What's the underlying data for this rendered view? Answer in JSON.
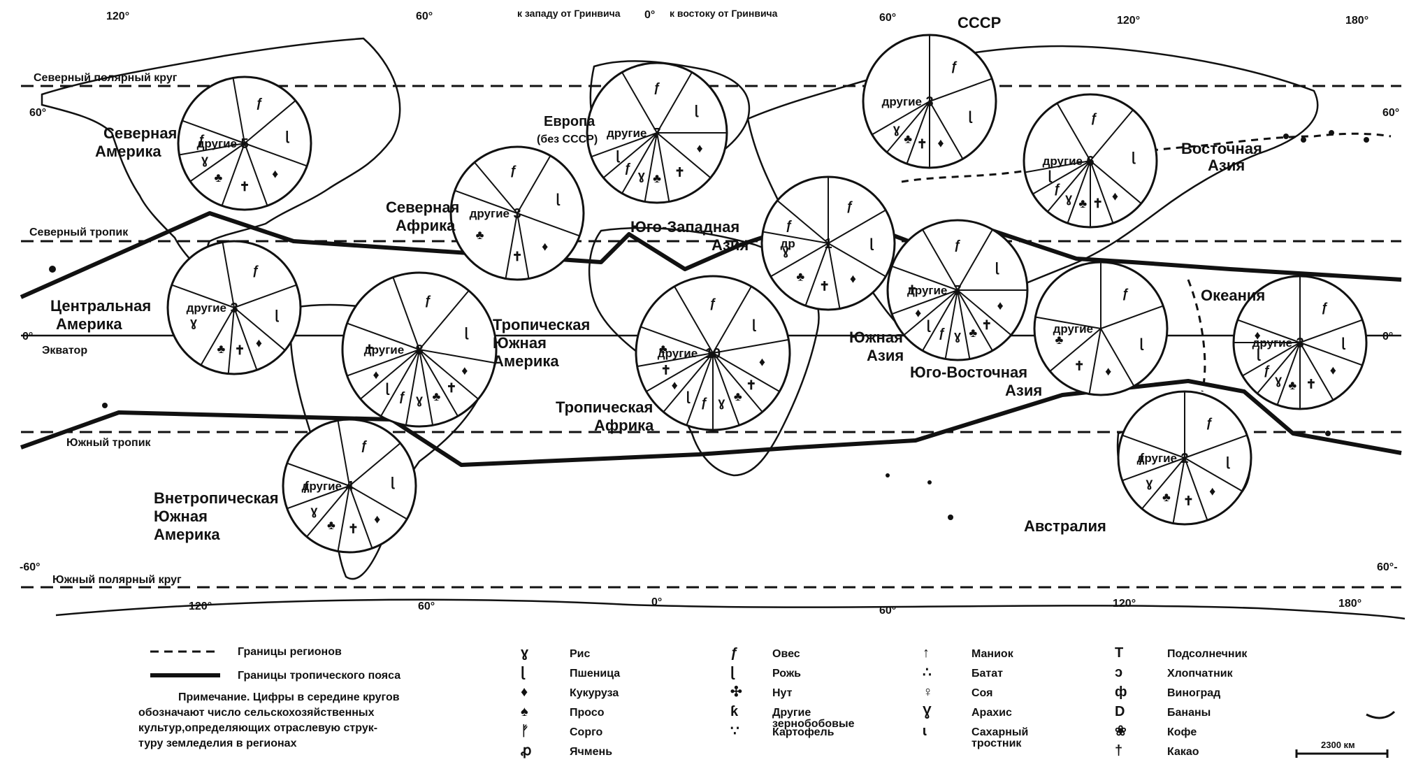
{
  "top_center_caption": "к западу от Гринвича  0°  к востоку от Гринвича",
  "top_left_part": "к западу от Гринвича",
  "top_zero": "0°",
  "top_right_part": "к востоку от Гринвича",
  "longitudes_top": [
    "120°",
    "60°",
    "60°",
    "120°",
    "180°"
  ],
  "longitudes_bottom": [
    "120°",
    "60°",
    "0°",
    "60°",
    "120°",
    "180°"
  ],
  "latitudes": {
    "north60_left": "60°",
    "north60_right": "60°",
    "zero_left": "0°",
    "zero_right": "0°",
    "south60_left": "-60°",
    "south60_right": "60°-"
  },
  "lines": {
    "arctic": "Северный полярный круг",
    "tropic_north": "Северный тропик",
    "equator": "Экватор",
    "tropic_south": "Южный тропик",
    "antarctic": "Южный полярный круг"
  },
  "regions": [
    {
      "name": "Северная Америка",
      "lines": [
        "Северная",
        "Америка"
      ],
      "number": "5",
      "other": "другие"
    },
    {
      "name": "Европа (без СССР)",
      "lines": [
        "Европа",
        "(без СССР)"
      ],
      "number": "7",
      "other": "другие"
    },
    {
      "name": "СССР",
      "lines": [
        "СССР"
      ],
      "number": "3",
      "other": "другие"
    },
    {
      "name": "Восточная Азия",
      "lines": [
        "Восточная",
        "Азия"
      ],
      "number": "6",
      "other": "другие"
    },
    {
      "name": "Северная Африка",
      "lines": [
        "Северная",
        "Африка"
      ],
      "number": "3",
      "other": "другие"
    },
    {
      "name": "Юго-Западная Азия",
      "lines": [
        "Юго-Западная",
        "Азия"
      ],
      "number": "1",
      "other": "др"
    },
    {
      "name": "Центральная Америка",
      "lines": [
        "Центральная",
        "Америка"
      ],
      "number": "3",
      "other": "другие"
    },
    {
      "name": "Тропическая Южная Америка",
      "lines": [
        "Тропическая",
        "Южная",
        "Америка"
      ],
      "number": "8",
      "other": "другие"
    },
    {
      "name": "Тропическая Африка",
      "lines": [
        "Тропическая",
        "Африка"
      ],
      "number": "10",
      "other": "другие"
    },
    {
      "name": "Южная Азия",
      "lines": [
        "Южная",
        "Азия"
      ],
      "number": "7",
      "other": "другие"
    },
    {
      "name": "Юго-Восточная Азия",
      "lines": [
        "Юго-Восточная",
        "Азия"
      ],
      "number": "",
      "other": "другие"
    },
    {
      "name": "Океания",
      "lines": [
        "Океания"
      ],
      "number": "3",
      "other": "другие"
    },
    {
      "name": "Внетропическая Южная Америка",
      "lines": [
        "Внетропическая",
        "Южная",
        "Америка"
      ],
      "number": "4",
      "other": "другие"
    },
    {
      "name": "Австралия",
      "lines": [
        "Австралия"
      ],
      "number": "2",
      "other": "другие"
    }
  ],
  "legend": {
    "region_borders": "Границы регионов",
    "tropic_borders": "Границы тропического пояса",
    "note_lines": [
      "Примечание. Цифры в середине кругов",
      "обозначают число сельскохозяйственных",
      "культур,определяющих отраслевую струк-",
      "туру земледелия в регионах"
    ],
    "crops_col1": [
      "Рис",
      "Пшеница",
      "Кукуруза",
      "Просо",
      "Сорго",
      "Ячмень"
    ],
    "crops_col2": [
      "Овес",
      "Рожь",
      "Нут",
      "Другие зернобобовые",
      "Картофель"
    ],
    "crops_col3": [
      "Маниок",
      "Батат",
      "Соя",
      "Арахис",
      "Сахарный тростник"
    ],
    "crops_col4": [
      "Подсолнечник",
      "Хлопчатник",
      "Виноград",
      "Бананы",
      "Кофе",
      "Какао"
    ],
    "scale": "2300 км"
  },
  "colors": {
    "ink": "#111111",
    "paper": "#ffffff"
  }
}
